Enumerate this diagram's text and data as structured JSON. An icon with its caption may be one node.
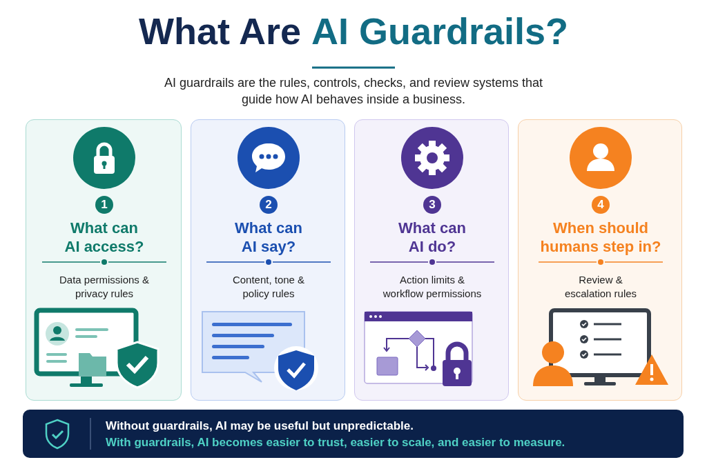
{
  "diagram": {
    "title": "What Are **AI Guardrails?**",
    "nodes": [
      {
        "text": [
          "1",
          "What can AI access?",
          "Data permissions & privacy rules"
        ]
      },
      {
        "text": [
          "2",
          "What can AI say?",
          "Content, tone & policy rules"
        ]
      },
      {
        "text": [
          "3",
          "What can AI do?",
          "Action limits & workflow permissions"
        ]
      },
      {
        "text": [
          "4",
          "When should humans step in?",
          "Review & escalation rules"
        ]
      },
      {
        "text": [
          "Without guardrails, AI may be useful but unpredictable.",
          "With guardrails, AI becomes easier to trust, easier to scale, and easier to measure."
        ]
      }
    ],
    "edges": [],
    "labels": [
      "AI guardrails are the rules, controls, checks, and review systems that guide how AI behaves inside a business."
    ]
  }
}
